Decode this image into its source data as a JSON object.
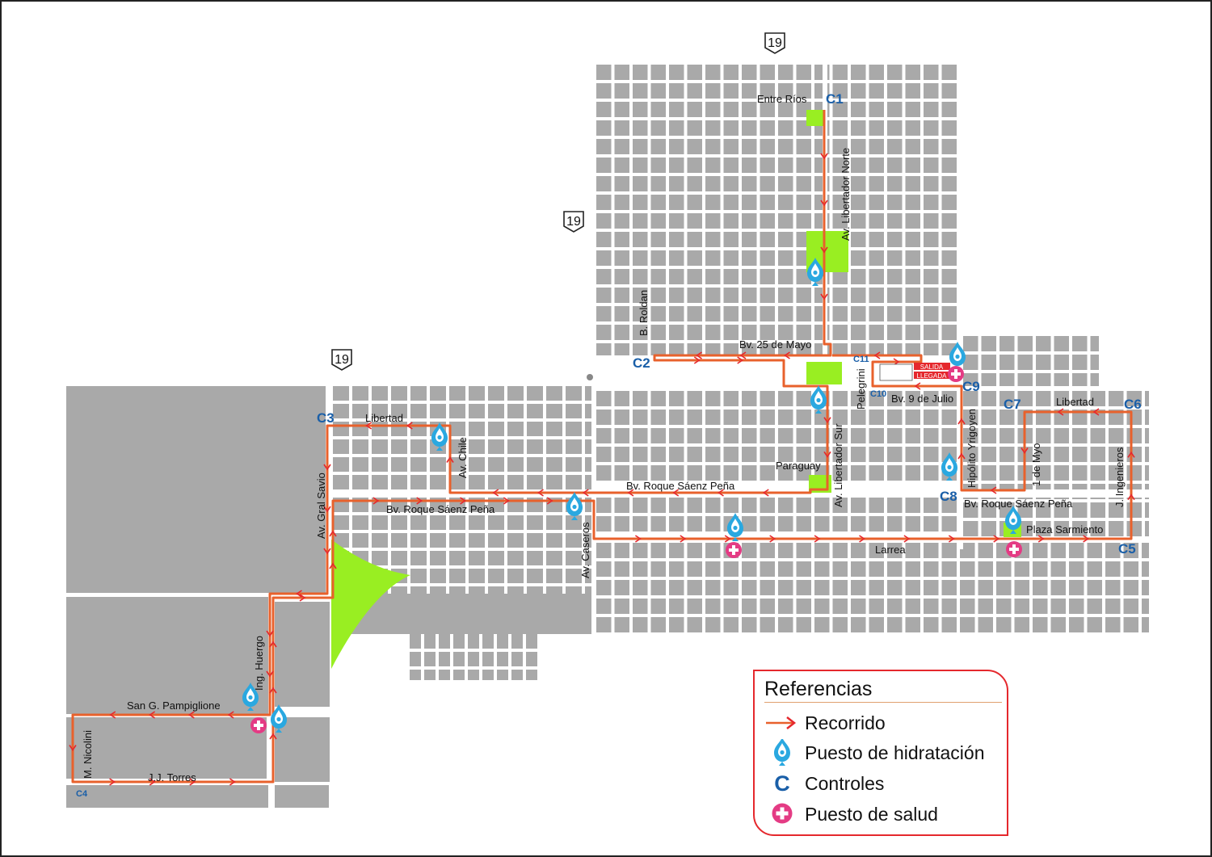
{
  "route_markers": [
    "19",
    "19",
    "19"
  ],
  "streets": {
    "entre_rios": "Entre Ríos",
    "libertador_norte": "Av. Libertador Norte",
    "b_roldan": "B. Roldan",
    "bv_25_de_mayo": "Bv. 25 de Mayo",
    "pelegrini": "Pelegrini",
    "bv_9_de_julio": "Bv. 9 de Julio",
    "hipolito_yrigoyen": "Hipólito Yrigoyen",
    "libertad_east": "Libertad",
    "uno_de_myo": "1 de Myo",
    "j_ingenieros": "J. Ingenieros",
    "libertad_west": "Libertad",
    "av_chile": "Av. Chile",
    "paraguay": "Paraguay",
    "libertador_sur": "Av. Libertador Sur",
    "roque_saenz_pena_1": "Bv. Roque Sáenz Peña",
    "roque_saenz_pena_2": "Bv. Roque Sáenz Peña",
    "roque_saenz_pena_3": "Bv. Roque Sáenz Peña",
    "av_gral_savio": "Av. Gral Savio",
    "av_caseros": "Av. Caseros",
    "larrea": "Larrea",
    "plaza_sarmiento": "Plaza Sarmiento",
    "ing_huergo": "Ing. Huergo",
    "san_g_pampiglione": "San G. Pampiglione",
    "m_nicolini": "M. Nicolini",
    "jj_torres": "J.J. Torres"
  },
  "controls": {
    "c1": "C1",
    "c2": "C2",
    "c3": "C3",
    "c4": "C4",
    "c5": "C5",
    "c6": "C6",
    "c7": "C7",
    "c8": "C8",
    "c9": "C9",
    "c10": "C10",
    "c11": "C11"
  },
  "start_finish": {
    "salida": "SALIDA",
    "llegada": "LLEGADA"
  },
  "colors": {
    "block": "#a9a9a9",
    "green_space": "#99ee22",
    "route": "#e8612c",
    "route_arrow": "#e5282d",
    "hydration": "#2aa8e0",
    "health": "#e43b84",
    "control": "#1a5fa8"
  },
  "legend": {
    "title": "Referencias",
    "items": [
      {
        "icon": "route-arrow-icon",
        "label": "Recorrido"
      },
      {
        "icon": "hydration-drop-icon",
        "label": "Puesto de hidratación"
      },
      {
        "icon": "control-c-icon",
        "label": "Controles",
        "symbol": "C"
      },
      {
        "icon": "health-cross-icon",
        "label": "Puesto de salud"
      }
    ]
  }
}
